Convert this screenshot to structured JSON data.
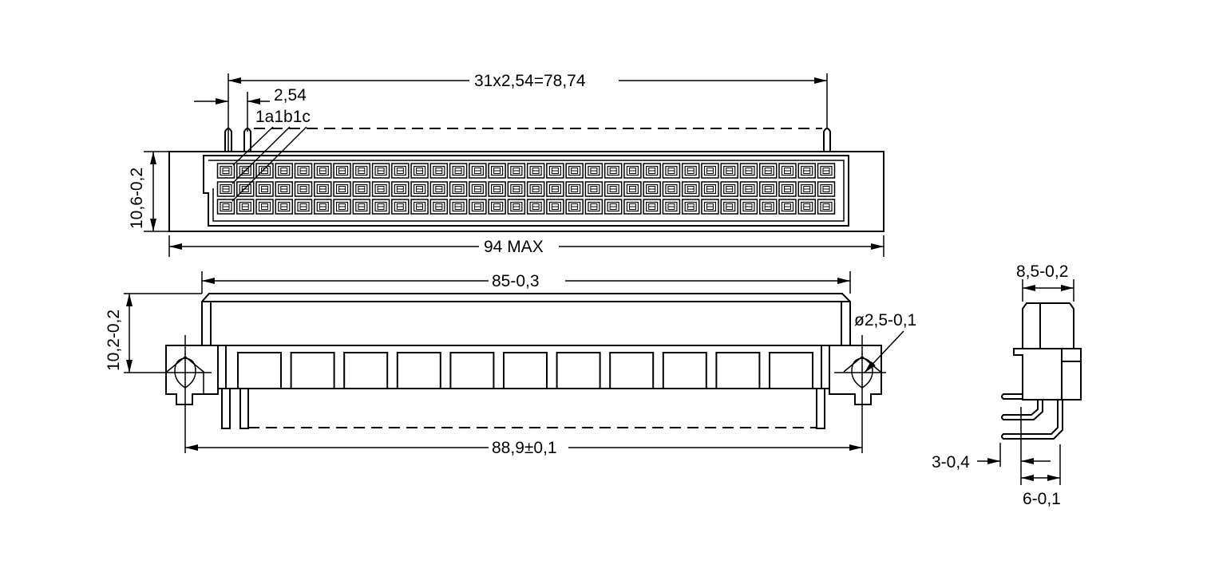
{
  "drawing": {
    "top_view": {
      "pitch_total": "31x2,54=78,74",
      "pitch": "2,54",
      "pin_labels": "1a1b1c",
      "height": "10,6-0,2",
      "width_max": "94 MAX",
      "columns": 32,
      "rows": 3
    },
    "front_view": {
      "body_length": "85-0,3",
      "height": "10,2-0,2",
      "hole_diameter": "ø2,5-0,1",
      "hole_spacing": "88,9±0,1",
      "windows": 11
    },
    "side_view": {
      "depth": "8,5-0,2",
      "pin_offset": "3-0,4",
      "pin_row_span": "6-0,1"
    }
  }
}
